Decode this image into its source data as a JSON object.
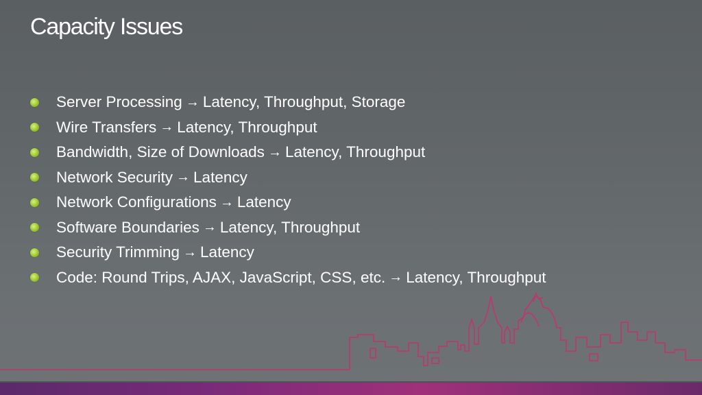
{
  "slide": {
    "title": "Capacity Issues",
    "arrow_glyph": "→",
    "bullets": [
      {
        "label": "Server Processing",
        "result": "Latency, Throughput, Storage"
      },
      {
        "label": "Wire Transfers",
        "result": "Latency, Throughput"
      },
      {
        "label": "Bandwidth, Size of Downloads",
        "result": "Latency, Throughput"
      },
      {
        "label": "Network Security",
        "result": "Latency"
      },
      {
        "label": "Network Configurations",
        "result": "Latency"
      },
      {
        "label": "Software Boundaries",
        "result": "Latency, Throughput"
      },
      {
        "label": "Security Trimming",
        "result": "Latency"
      },
      {
        "label": "Code: Round Trips, AJAX, JavaScript, CSS, etc.",
        "result": "Latency, Throughput"
      }
    ]
  },
  "colors": {
    "bullet_dot": "#a6cf3a",
    "skyline_line": "#c2336f",
    "bottom_bar": "#8a2d7a"
  },
  "icons": {
    "bullet": "green-circle-bullet-icon",
    "arrow": "right-arrow-icon",
    "skyline": "city-skyline-outline"
  }
}
